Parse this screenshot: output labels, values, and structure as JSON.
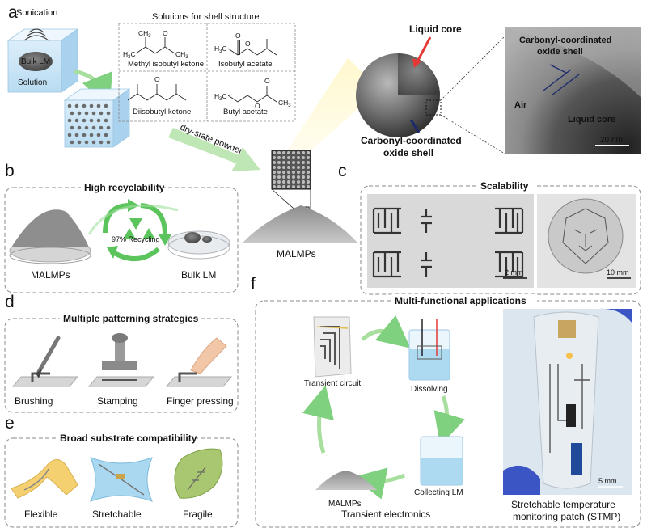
{
  "panel_a": {
    "letter": "a",
    "sonication": "Sonication",
    "bulk_lm": "Bulk LM",
    "solution": "Solution",
    "solutions_title": "Solutions for shell structure",
    "solvents": [
      "Methyl isobutyl ketone",
      "Isobutyl acetate",
      "Diisobutyl ketone",
      "Butyl acetate"
    ],
    "dry_state_powder": "dry-state powder",
    "liquid_core": "Liquid core",
    "oxide_shell_line1": "Carbonyl-coordinated",
    "oxide_shell_line2": "oxide shell",
    "tem_air": "Air",
    "tem_shell_line1": "Carbonyl-coordinated",
    "tem_shell_line2": "oxide shell",
    "tem_liquid_core": "Liquid core",
    "tem_scale": "20 nm",
    "malmps": "MALMPs"
  },
  "chem_labels": {
    "ch3": "CH",
    "h3c": "H",
    "o": "O",
    "sub3": "3",
    "c_letter": "C"
  },
  "panel_b": {
    "letter": "b",
    "title": "High recyclability",
    "malmps": "MALMPs",
    "recycling": "97% Recycling",
    "bulk_lm": "Bulk LM"
  },
  "panel_c": {
    "letter": "c",
    "title": "Scalability",
    "scale1": "2 mm",
    "scale2": "10 mm"
  },
  "panel_d": {
    "letter": "d",
    "title": "Multiple patterning strategies",
    "items": [
      "Brushing",
      "Stamping",
      "Finger pressing"
    ]
  },
  "panel_e": {
    "letter": "e",
    "title": "Broad substrate compatibility",
    "items": [
      "Flexible",
      "Stretchable",
      "Fragile"
    ]
  },
  "panel_f": {
    "letter": "f",
    "title": "Multi-functional applications",
    "transient_circuit": "Transient circuit",
    "dissolving": "Dissolving",
    "collecting_lm": "Collecting LM",
    "malmps": "MALMPs",
    "transient_electronics": "Transient electronics",
    "stmp_line1": "Stretchable temperature",
    "stmp_line2": "monitoring patch (STMP)",
    "stmp_scale": "5 mm"
  },
  "colors": {
    "accent_red": "#e53935",
    "accent_navy": "#1a2a6c",
    "accent_green": "#5cc45c"
  }
}
